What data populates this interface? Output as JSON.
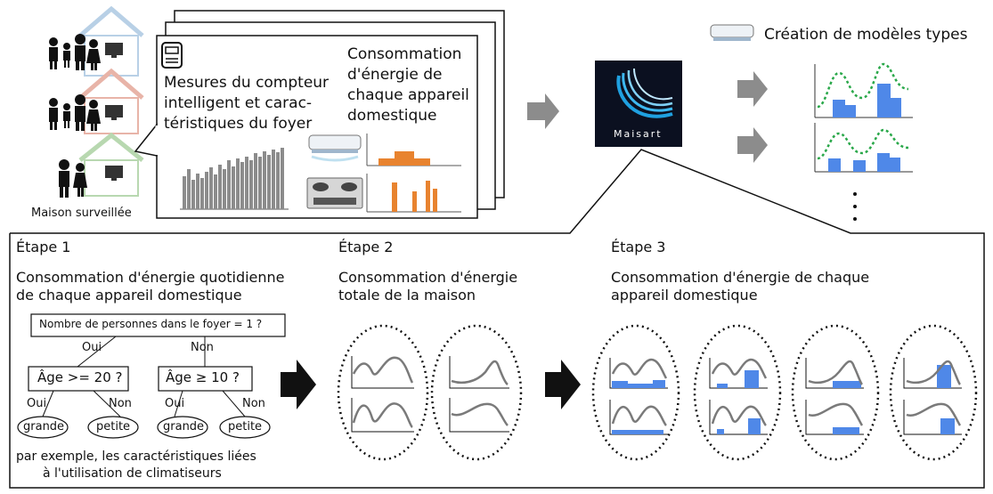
{
  "top": {
    "monitored_house_label": "Maison surveillée",
    "meter_text": [
      "Mesures du compteur",
      "intelligent et carac-",
      "téristiques du foyer"
    ],
    "appliance_text": [
      "Consommation",
      "d'énergie de",
      "chaque appareil",
      "domestique"
    ],
    "logo_text": "Maisart",
    "model_creation_label": "Création de modèles types"
  },
  "steps": [
    {
      "title": "Étape 1",
      "description": [
        "Consommation d'énergie quotidienne",
        "de chaque appareil domestique"
      ],
      "tree": {
        "root_question": "Nombre de personnes dans le foyer = 1 ?",
        "yes_label": "Oui",
        "no_label": "Non",
        "left_question": "Âge >= 20 ?",
        "right_question": "Âge ≥ 10 ?",
        "leaf_large": "grande",
        "leaf_small": "petite",
        "note": [
          "par exemple, les caractéristiques liées",
          "à l'utilisation de climatiseurs"
        ]
      }
    },
    {
      "title": "Étape 2",
      "description": [
        "Consommation d'énergie",
        "totale de la maison"
      ]
    },
    {
      "title": "Étape 3",
      "description": [
        "Consommation d'énergie de chaque",
        "appareil domestique"
      ]
    }
  ],
  "colors": {
    "house_blue": "#b8d0e6",
    "house_red": "#e8b4a8",
    "house_green": "#b8d8b0",
    "meter_bars": "#8c8c8c",
    "appliance_bars": "#e8832f",
    "model_bars": "#4f88e8",
    "model_dotted": "#2aa84a",
    "arrow_gray": "#8c8c8c",
    "logo_bg": "#0b1020"
  }
}
